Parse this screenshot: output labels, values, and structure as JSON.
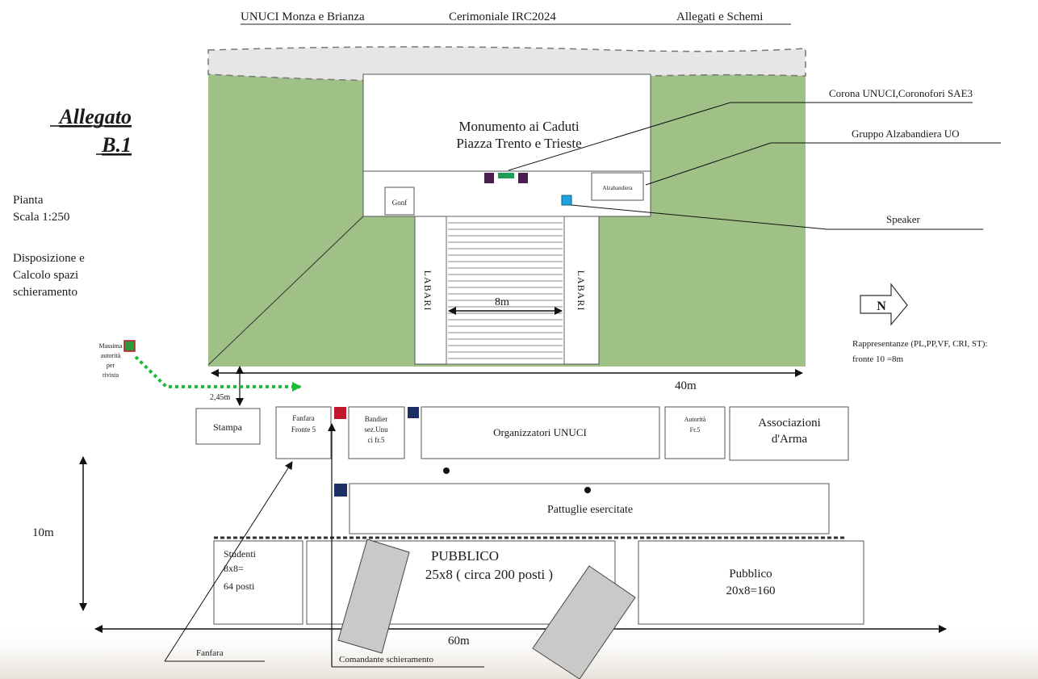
{
  "header": {
    "left": "UNUCI Monza e Brianza",
    "center": "Cerimoniale IRC2024",
    "right": "Allegati e Schemi"
  },
  "attachment": {
    "line1": "Allegato",
    "line2": "B.1"
  },
  "side_notes": {
    "pianta": "Pianta",
    "scala": "Scala 1:250",
    "disp1": "Disposizione e",
    "disp2": "Calcolo spazi",
    "disp3": "schieramento"
  },
  "monument": {
    "line1": "Monumento ai Caduti",
    "line2": "Piazza Trento e Trieste",
    "gonf": "Gonf",
    "alzabandiera": "Alzabandiera",
    "labari_left": "LABARI",
    "labari_right": "LABARI",
    "width_label": "8m"
  },
  "callouts": {
    "corona": "Corona UNUCI,Coronofori SAE3",
    "gruppo": "Gruppo Alzabandiera UO",
    "speaker": "Speaker"
  },
  "north": {
    "letter": "N",
    "rapp1": "Rappresentanze (PL,PP,VF, CRI, ST):",
    "rapp2": "fronte 10 =8m"
  },
  "dimensions": {
    "width_40": "40m",
    "gap": "2,45m",
    "height_10": "10m",
    "width_60": "60m"
  },
  "massima": {
    "l1": "Massima",
    "l2": "autorità",
    "l3": "per",
    "l4": "rivista"
  },
  "boxes": {
    "stampa": "Stampa",
    "fanfara_l1": "Fanfara",
    "fanfara_l2": "Fronte 5",
    "bandiere_l1": "Bandier",
    "bandiere_l2": "sez.Unu",
    "bandiere_l3": "ci fr.5",
    "organizzatori": "Organizzatori UNUCI",
    "autorita_l1": "Autorità",
    "autorita_l2": "Fr.5",
    "associazioni_l1": "Associazioni",
    "associazioni_l2": "d'Arma",
    "pattuglie": "Pattuglie esercitate",
    "studenti_l1": "Studenti",
    "studenti_l2": "8x8=",
    "studenti_l3": "64 posti",
    "pubblico_c_l1": "PUBBLICO",
    "pubblico_c_l2": "25x8 ( circa 200 posti )",
    "pubblico_r_l1": "Pubblico",
    "pubblico_r_l2": "20x8=160"
  },
  "bottom_labels": {
    "fanfara": "Fanfara",
    "comandante": "Comandante schieramento"
  },
  "colors": {
    "lawn": "#9fc187",
    "lawn_dark": "#8fb277",
    "marker_red": "#c0182c",
    "marker_navy": "#1e2f66",
    "marker_purple": "#4a1e4f",
    "marker_green": "#1f9d57",
    "speaker_blue": "#1ea3e0",
    "massima_green": "#2a9a3c",
    "massima_dots": "#1dbb3b",
    "vehicle_gray": "#c9c9c9"
  }
}
